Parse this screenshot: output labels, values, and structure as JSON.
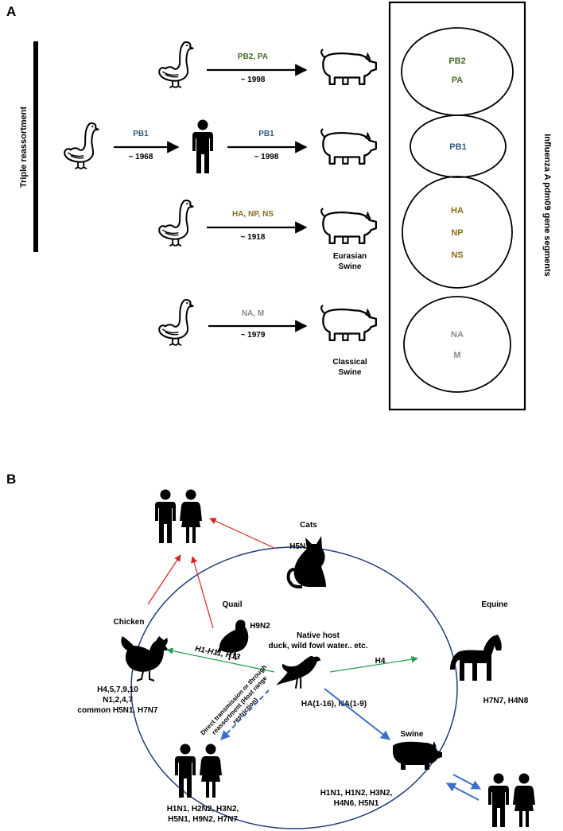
{
  "panel_a": {
    "letter": "A",
    "side_label": "Triple reassortment",
    "right_label": "Influenza A pdm09 gene segments",
    "rows": [
      {
        "genes": "PB2, PA",
        "year": "~ 1998"
      },
      {
        "genes_left": "PB1",
        "year_left": "~ 1968",
        "genes": "PB1",
        "year": "~ 1998"
      },
      {
        "genes": "HA, NP, NS",
        "year": "~ 1918",
        "swine_label_1": "Eurasian",
        "swine_label_2": "Swine"
      },
      {
        "genes": "NA, M",
        "year": "~ 1979",
        "swine_label_1": "Classical",
        "swine_label_2": "Swine"
      }
    ],
    "segments": [
      [
        "PB2",
        "PA"
      ],
      [
        "PB1"
      ],
      [
        "HA",
        "NP",
        "NS"
      ],
      [
        "NA",
        "M"
      ]
    ],
    "colors": {
      "green": "#4a6a2a",
      "blue": "#2f5a80",
      "gold": "#8a6a1a",
      "gray": "#8a8a8a"
    }
  },
  "panel_b": {
    "letter": "B",
    "cats": "Cats",
    "cats_subtype": "H5N1",
    "quail": "Quail",
    "quail_subtype": "H9N2",
    "chicken": "Chicken",
    "equine": "Equine",
    "native_host_1": "Native host",
    "native_host_2": "duck, wild fowl water.. etc.",
    "arrow_left": "H1-H11, H13",
    "arrow_right": "H4",
    "chicken_subtypes": [
      "H4,5,7,9,10",
      "N1,2,4,7",
      "common H5N1, H7N7"
    ],
    "equine_subtypes": "H7N7, H4N8",
    "ha_na": "HA(1-16), NA(1-9)",
    "direct_1": "Direct transmission or through",
    "direct_2": "reassortment (Host range",
    "direct_3": "restriction)",
    "swine": "Swine",
    "human_subtypes": [
      "H1N1, H2N2, H3N2,",
      "H5N1, H9N2, H7N7"
    ],
    "swine_subtypes": [
      "H1N1, H1N2, H3N2,",
      "H4N6, H5N1"
    ]
  }
}
